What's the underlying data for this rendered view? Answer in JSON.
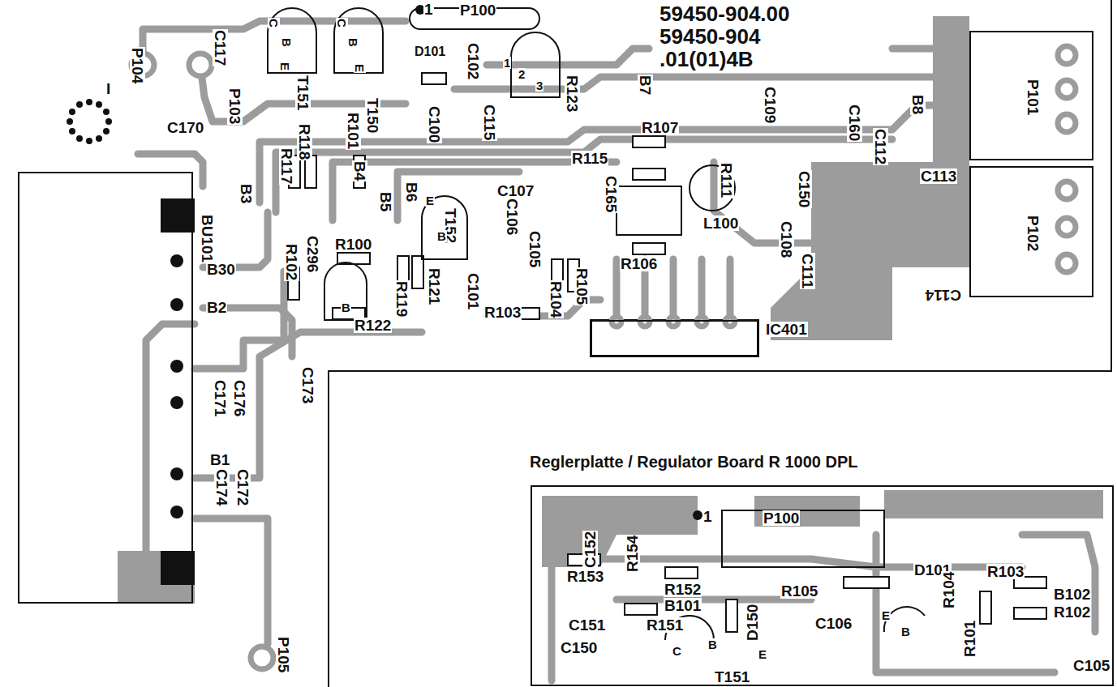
{
  "diagram": {
    "title": "Reglerplatte / Regulator Board R 1000 DPL",
    "nodes": [
      {
        "text": [
          "BU101"
        ]
      },
      {
        "text": [
          "P101"
        ]
      },
      {
        "text": [
          "P102"
        ]
      },
      {
        "text": [
          "IC401"
        ]
      }
    ],
    "labels": [
      "P104",
      "C117",
      "P103",
      "I",
      "C170",
      "C",
      "B",
      "E",
      "T151",
      "C",
      "B",
      "E",
      "R118",
      "R101",
      "T150",
      "R117",
      "B3",
      "B4",
      "B5",
      "B6",
      "1",
      "P100",
      "D101",
      "C102",
      "1",
      "2",
      "3",
      "R123",
      "C100",
      "C115",
      "59450-904.00",
      "59450-904",
      ".01(01)4B",
      "B7",
      "B8",
      "R107",
      "R115",
      "C109",
      "R111",
      "C160",
      "C112",
      "C113",
      "C150",
      "L100",
      "C108",
      "C111",
      "C114",
      "C107",
      "C165",
      "C106",
      "C105",
      "R106",
      "R105",
      "R104",
      "C101",
      "R103",
      "E",
      "T152",
      "B",
      "R100",
      "R121",
      "R119",
      "R122",
      "C296",
      "R102",
      "B",
      "B30",
      "B2",
      "C171",
      "C176",
      "C173",
      "B1",
      "C174",
      "C172",
      "P105",
      "C152",
      "R154",
      "1",
      "P100",
      "D101",
      "R104",
      "R103",
      "R153",
      "R152",
      "R105",
      "B102",
      "R102",
      "B101",
      "C151",
      "R151",
      "D150",
      "C106",
      "R101",
      "C150",
      "C",
      "B",
      "E",
      "T151",
      "E",
      "B",
      "C105"
    ]
  }
}
